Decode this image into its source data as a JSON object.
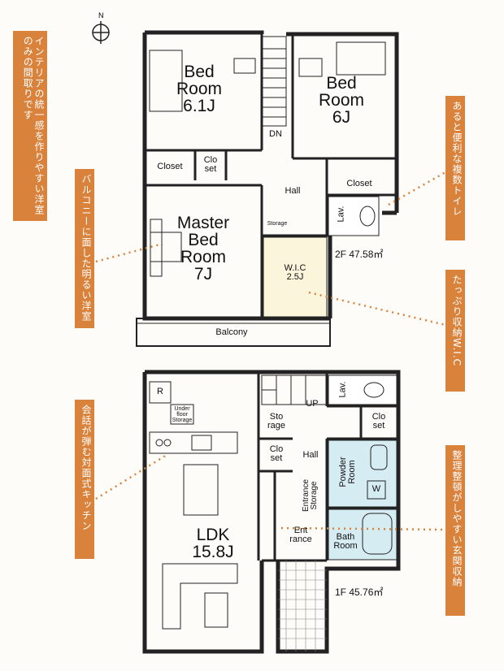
{
  "floor2": {
    "rooms": {
      "bed1": "Bed\nRoom\n6.1J",
      "bed2": "Bed\nRoom\n6J",
      "master": "Master\nBed\nRoom\n7J",
      "wic": "W.I.C\n2.5J",
      "closet1": "Closet",
      "closet_small": "Clo\nset",
      "closet2": "Closet",
      "hall": "Hall",
      "storage": "Storage",
      "lav": "Lav.",
      "balcony": "Balcony",
      "dn": "DN"
    },
    "area": "2F 47.58㎡"
  },
  "floor1": {
    "rooms": {
      "ldk": "LDK\n15.8J",
      "storage": "Sto\nrage",
      "closet_a": "Clo\nset",
      "closet_b": "Clo\nset",
      "hall": "Hall",
      "entrance_storage": "Entrance\nStorage",
      "entrance": "Ent\nrance",
      "powder": "Powder\nRoom",
      "bath": "Bath\nRoom",
      "lav": "Lav.",
      "underfloor": "Under\nfloor\nStorage",
      "up": "UP",
      "wash_mark": "W",
      "fridge_mark": "R"
    },
    "area": "1F 45.76㎡"
  },
  "notes": {
    "n1": "インテリアの統一感を作りやすい洋室のみの間取りです",
    "n2": "バルコニーに面した明るい洋室",
    "n3": "あると便利な複数トイレ",
    "n4": "たっぷり収納W.I.C",
    "n5": "会話が弾む対面式キッチン",
    "n6": "整理整頓がしやすい玄関収納"
  },
  "compass": "N",
  "colors": {
    "accent": "#d9823b",
    "wic_fill": "#fbf5dc",
    "wet_fill": "#d6ecf3",
    "wall": "#222222"
  }
}
